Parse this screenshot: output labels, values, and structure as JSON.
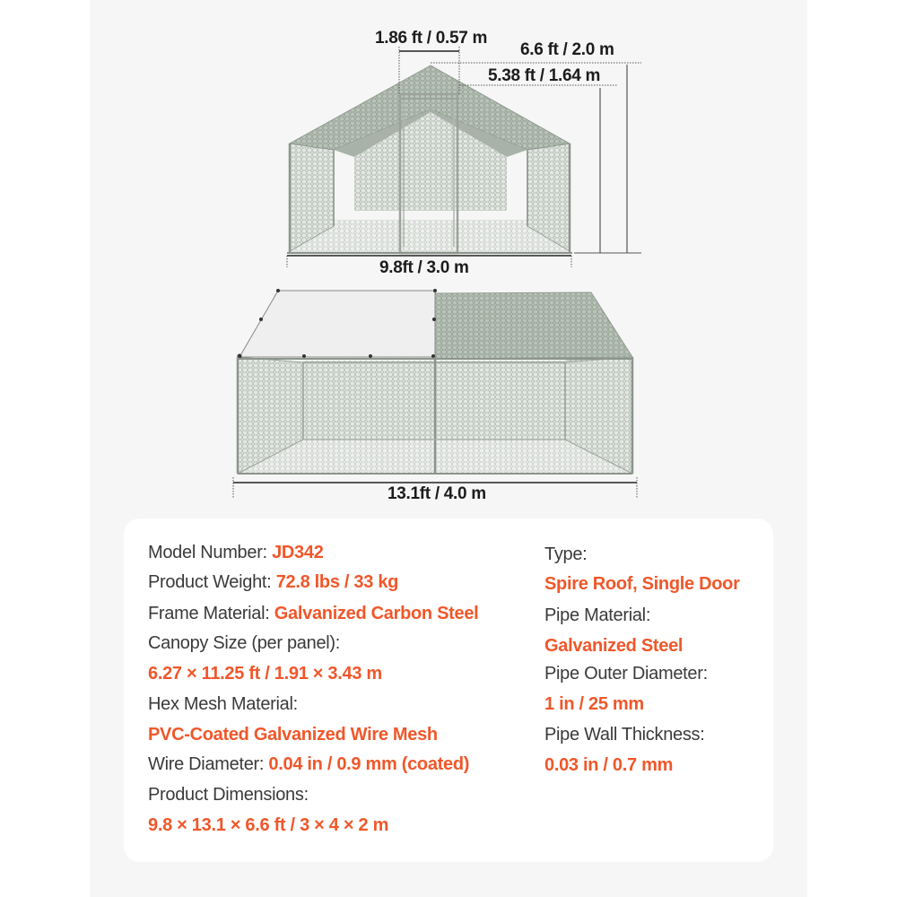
{
  "accent_color": "#f0572a",
  "front_view": {
    "dimensions": {
      "door_width": "1.86 ft / 0.57 m",
      "total_height": "6.6 ft / 2.0 m",
      "side_height": "5.38 ft / 1.64 m",
      "width": "9.8ft / 3.0 m"
    }
  },
  "side_view": {
    "dimensions": {
      "length": "13.1ft / 4.0 m"
    }
  },
  "specs": {
    "left": [
      {
        "label": "Model Number: ",
        "value": "JD342",
        "inline": true
      },
      {
        "label": "Product Weight: ",
        "value": "72.8 lbs / 33 kg",
        "inline": true
      },
      {
        "label": "Frame Material: ",
        "value": "Galvanized Carbon Steel",
        "inline": true
      },
      {
        "label": "Canopy Size (per panel):",
        "value": "6.27 × 11.25 ft / 1.91 × 3.43 m",
        "inline": false
      },
      {
        "label": "Hex Mesh Material:",
        "value": "PVC-Coated Galvanized Wire Mesh",
        "inline": false
      },
      {
        "label": "Wire Diameter: ",
        "value": "0.04 in / 0.9 mm (coated)",
        "inline": true
      },
      {
        "label": "Product Dimensions:",
        "value": "9.8 × 13.1 × 6.6 ft / 3 × 4 × 2 m",
        "inline": false
      }
    ],
    "right": [
      {
        "label": "Type:",
        "value": "Spire Roof, Single Door"
      },
      {
        "label": "Pipe Material:",
        "value": "Galvanized Steel"
      },
      {
        "label": "Pipe Outer Diameter:",
        "value": "1 in / 25 mm"
      },
      {
        "label": "Pipe Wall Thickness:",
        "value": "0.03 in / 0.7 mm"
      }
    ]
  }
}
